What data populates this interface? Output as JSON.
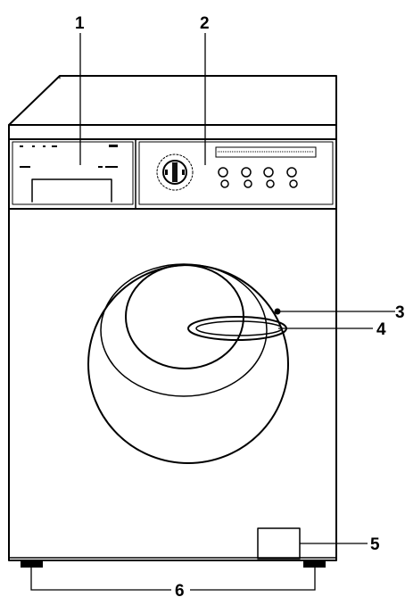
{
  "colors": {
    "line": "#000000",
    "background": "#ffffff",
    "panel_dark": "#111111"
  },
  "callouts": [
    {
      "id": "1",
      "label": "1"
    },
    {
      "id": "2",
      "label": "2"
    },
    {
      "id": "3",
      "label": "3"
    },
    {
      "id": "4",
      "label": "4"
    },
    {
      "id": "5",
      "label": "5"
    },
    {
      "id": "6",
      "label": "6"
    }
  ]
}
